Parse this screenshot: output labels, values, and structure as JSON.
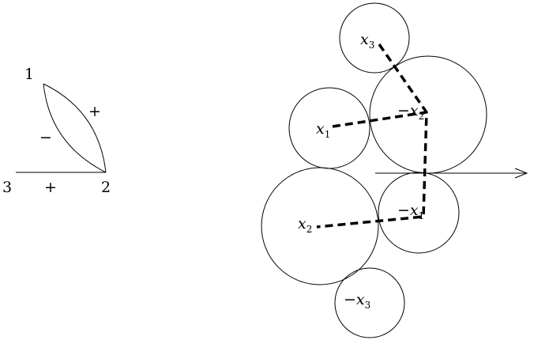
{
  "left_figure": {
    "vertex_labels": {
      "v1": "1",
      "v2": "2",
      "v3": "3"
    },
    "sign_labels": {
      "upper_arc": "+",
      "lower_arc": "−",
      "bottom_edge": "+"
    }
  },
  "right_figure": {
    "circles": [
      {
        "id": "x3",
        "base": "x",
        "sign": "",
        "sub": "3"
      },
      {
        "id": "neg-x2",
        "base": "x",
        "sign": "−",
        "sub": "2"
      },
      {
        "id": "x1",
        "base": "x",
        "sign": "",
        "sub": "1"
      },
      {
        "id": "x2",
        "base": "x",
        "sign": "",
        "sub": "2"
      },
      {
        "id": "neg-x1",
        "base": "x",
        "sign": "−",
        "sub": "1"
      },
      {
        "id": "neg-x3",
        "base": "x",
        "sign": "−",
        "sub": "3"
      }
    ]
  }
}
